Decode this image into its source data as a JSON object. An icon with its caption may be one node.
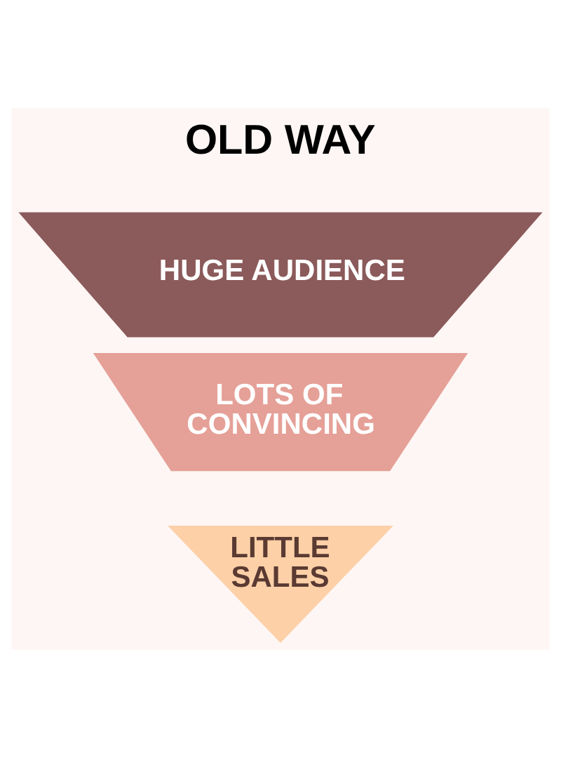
{
  "diagram": {
    "title": "OLD WAY",
    "nodes": [
      {
        "text": [
          "HUGE AUDIENCE"
        ]
      },
      {
        "text": [
          "LOTS OF CONVINCING"
        ]
      },
      {
        "text": [
          "LITTLE SALES"
        ]
      }
    ]
  }
}
